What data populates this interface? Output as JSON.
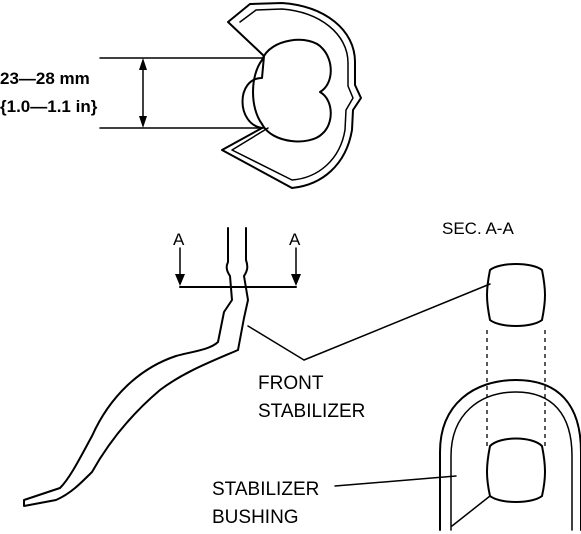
{
  "dimension": {
    "line1": "23—28 mm",
    "line2": "{1.0—1.1 in}"
  },
  "section_marks": {
    "left": "A",
    "right": "A"
  },
  "section_view": {
    "title": "SEC. A-A"
  },
  "callouts": {
    "front_stabilizer": [
      "FRONT",
      "STABILIZER"
    ],
    "stabilizer_bushing": [
      "STABILIZER",
      "BUSHING"
    ]
  }
}
